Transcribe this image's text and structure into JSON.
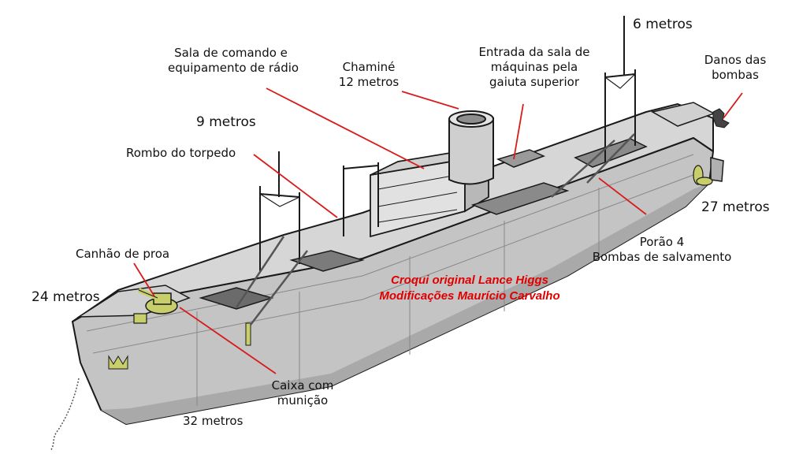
{
  "labels": {
    "top_6m": "6 metros",
    "sala_l1": "Sala de comando e",
    "sala_l2": "equipamento de rádio",
    "chamine_l1": "Chaminé",
    "chamine_l2": "12 metros",
    "entrada_l1": "Entrada da sala de",
    "entrada_l2": "máquinas pela",
    "entrada_l3": "gaiuta superior",
    "danos_l1": "Danos das",
    "danos_l2": "bombas",
    "m9": "9 metros",
    "rombo": "Rombo do torpedo",
    "m27": "27 metros",
    "porao_l1": "Porão 4",
    "porao_l2": "Bombas de salvamento",
    "canhao": "Canhão de proa",
    "m24": "24 metros",
    "caixa_l1": "Caixa com",
    "caixa_l2": "munição",
    "m32": "32 metros"
  },
  "credits": {
    "line1": "Croqui original Lance Higgs",
    "line2": "Modificações Maurício Carvalho"
  },
  "colors": {
    "hull": "#c4c4c4",
    "hull_shadow": "#a9a9a9",
    "deck": "#d6d6d6",
    "outline": "#1a1a1a",
    "pointer": "#d81b1b",
    "gun": "#c8cf6a",
    "credit": "#e00000"
  }
}
